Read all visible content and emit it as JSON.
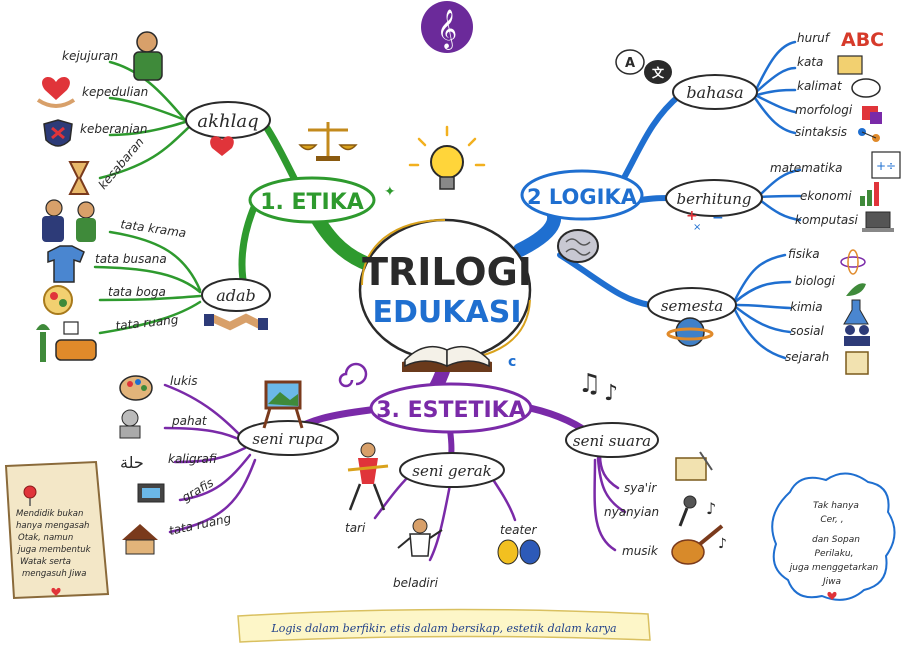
{
  "center": {
    "line1": "TRILOGI",
    "line2": "EDUKASI"
  },
  "etika": {
    "title": "1. ETIKA",
    "akhlaq": {
      "label": "akhlaq",
      "items": [
        "kejujuran",
        "kepedulian",
        "keberanian",
        "kesabaran"
      ]
    },
    "adab": {
      "label": "adab",
      "items": [
        "tata krama",
        "tata busana",
        "tata boga",
        "tata ruang"
      ]
    }
  },
  "logika": {
    "title": "2 LOGIKA",
    "bahasa": {
      "label": "bahasa",
      "items": [
        "huruf",
        "kata",
        "kalimat",
        "morfologi",
        "sintaksis"
      ],
      "abc": "ABC"
    },
    "berhitung": {
      "label": "berhitung",
      "items": [
        "matematika",
        "ekonomi",
        "komputasi"
      ]
    },
    "semesta": {
      "label": "semesta",
      "items": [
        "fisika",
        "biologi",
        "kimia",
        "sosial",
        "sejarah"
      ]
    }
  },
  "estetika": {
    "title": "3. ESTETIKA",
    "seni_rupa": {
      "label": "seni rupa",
      "items": [
        "lukis",
        "pahat",
        "kaligrafi",
        "grafis",
        "tata ruang"
      ]
    },
    "seni_gerak": {
      "label": "seni gerak",
      "items": [
        "tari",
        "teater",
        "beladiri"
      ]
    },
    "seni_suara": {
      "label": "seni suara",
      "items": [
        "sya'ir",
        "nyanyian",
        "musik"
      ]
    }
  },
  "note_left": [
    "Mendidik bukan",
    "hanya mengasah",
    "Otak, namun",
    "juga membentuk",
    "Watak serta",
    "mengasuh Jiwa"
  ],
  "note_right": [
    "Tak hanya",
    "Cer, ,",
    "dan Sopan",
    "Perilaku,",
    "juga menggetarkan",
    "Jiwa"
  ],
  "banner": "Logis dalam berfikir, etis dalam bersikap, estetik dalam karya",
  "colors": {
    "green": "#2e9a2e",
    "blue": "#1f6fd0",
    "purple": "#7a2aa8",
    "dark": "#2a2a2a"
  },
  "icons": [
    "music-logo-icon",
    "scales-icon",
    "lightbulb-icon",
    "brain-icon",
    "book-icon",
    "heart-icon",
    "handshake-icon",
    "planet-icon",
    "palette-icon",
    "easel-icon",
    "dancer-icon",
    "karate-icon",
    "masks-icon",
    "guitar-icon",
    "music-notes-icon",
    "scroll-icon",
    "pushpin-icon"
  ]
}
